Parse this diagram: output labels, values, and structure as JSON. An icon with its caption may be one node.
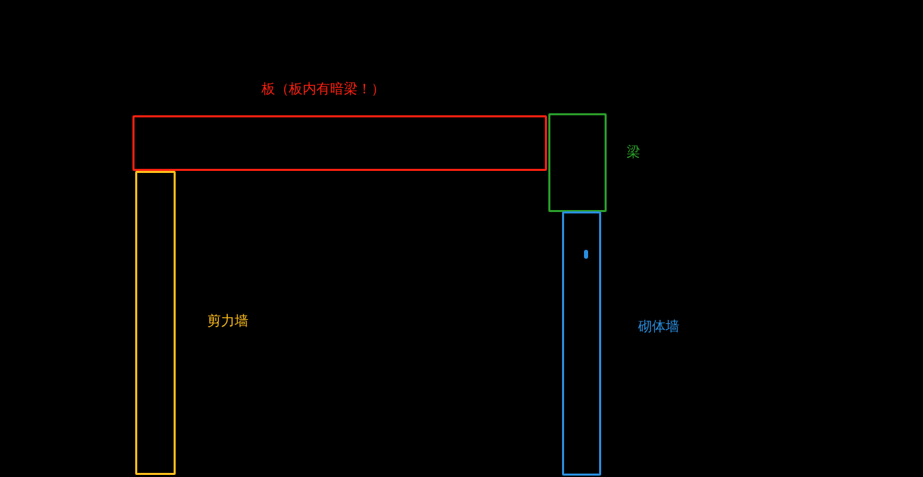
{
  "diagram": {
    "nodes": [
      {
        "text": [
          "板（板内有暗梁！）"
        ]
      },
      {
        "text": [
          "梁"
        ]
      },
      {
        "text": [
          "剪力墙"
        ]
      },
      {
        "text": [
          "砌体墙"
        ]
      }
    ]
  }
}
